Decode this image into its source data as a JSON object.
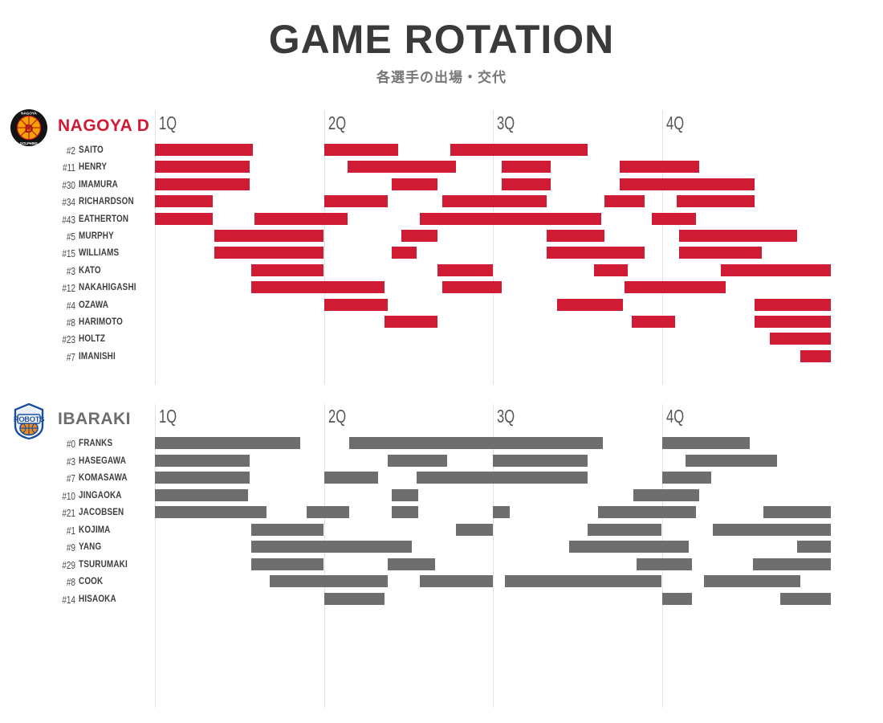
{
  "header": {
    "title": "GAME ROTATION",
    "subtitle": "各選手の出場・交代"
  },
  "colors": {
    "nagoya": "#cf1b34",
    "ibaraki": "#6e6e6e",
    "title": "#3a3a3a",
    "subtitle": "#777777",
    "gridline": "#e2e2e2"
  },
  "chart_data": {
    "type": "bar",
    "title": "GAME ROTATION",
    "subtitle": "各選手の出場・交代",
    "xlabel": "",
    "ylabel": "",
    "x_axis": {
      "unit": "minutes",
      "range": [
        0,
        40
      ],
      "tick_labels": [
        "1Q",
        "2Q",
        "3Q",
        "4Q"
      ],
      "tick_values": [
        0,
        10,
        20,
        30
      ],
      "grid": true
    },
    "legend_position": "none",
    "teams": [
      {
        "name": "NAGOYA D",
        "logo": "nagoya-diamond-dolphins-logo",
        "color": "#cf1b34",
        "quarters": [
          "1Q",
          "2Q",
          "3Q",
          "4Q"
        ],
        "players": [
          {
            "number": "#2",
            "name": "SAITO",
            "stints": [
              [
                0.0,
                5.8
              ],
              [
                10.0,
                14.4
              ],
              [
                17.5,
                25.6
              ]
            ]
          },
          {
            "number": "#11",
            "name": "HENRY",
            "stints": [
              [
                0.0,
                5.6
              ],
              [
                11.4,
                17.8
              ],
              [
                20.5,
                23.4
              ],
              [
                27.5,
                32.2
              ]
            ]
          },
          {
            "number": "#30",
            "name": "IMAMURA",
            "stints": [
              [
                0.0,
                5.6
              ],
              [
                14.0,
                16.7
              ],
              [
                20.5,
                23.4
              ],
              [
                27.5,
                35.5
              ]
            ]
          },
          {
            "number": "#34",
            "name": "RICHARDSON",
            "stints": [
              [
                0.0,
                3.4
              ],
              [
                10.0,
                13.8
              ],
              [
                17.0,
                23.2
              ],
              [
                26.6,
                29.0
              ],
              [
                30.9,
                35.5
              ]
            ]
          },
          {
            "number": "#43",
            "name": "EATHERTON",
            "stints": [
              [
                0.0,
                3.4
              ],
              [
                5.9,
                11.4
              ],
              [
                15.7,
                26.4
              ],
              [
                29.4,
                32.0
              ]
            ]
          },
          {
            "number": "#5",
            "name": "MURPHY",
            "stints": [
              [
                3.5,
                10.0
              ],
              [
                14.6,
                16.7
              ],
              [
                23.2,
                26.6
              ],
              [
                31.0,
                38.0
              ]
            ]
          },
          {
            "number": "#15",
            "name": "WILLIAMS",
            "stints": [
              [
                3.5,
                10.0
              ],
              [
                14.0,
                15.5
              ],
              [
                23.2,
                29.0
              ],
              [
                31.0,
                35.9
              ]
            ]
          },
          {
            "number": "#3",
            "name": "KATO",
            "stints": [
              [
                5.7,
                10.0
              ],
              [
                16.7,
                20.0
              ],
              [
                26.0,
                28.0
              ],
              [
                33.5,
                40.0
              ]
            ]
          },
          {
            "number": "#12",
            "name": "NAKAHIGASHI",
            "stints": [
              [
                5.7,
                13.6
              ],
              [
                17.0,
                20.5
              ],
              [
                27.8,
                33.8
              ]
            ]
          },
          {
            "number": "#4",
            "name": "OZAWA",
            "stints": [
              [
                10.0,
                13.8
              ],
              [
                23.8,
                27.7
              ],
              [
                35.5,
                40.0
              ]
            ]
          },
          {
            "number": "#8",
            "name": "HARIMOTO",
            "stints": [
              [
                13.6,
                16.7
              ],
              [
                28.2,
                30.8
              ],
              [
                35.5,
                40.0
              ]
            ]
          },
          {
            "number": "#23",
            "name": "HOLTZ",
            "stints": [
              [
                36.4,
                40.0
              ]
            ]
          },
          {
            "number": "#7",
            "name": "IMANISHI",
            "stints": [
              [
                38.2,
                40.0
              ]
            ]
          }
        ]
      },
      {
        "name": "IBARAKI",
        "logo": "ibaraki-robots-logo",
        "color": "#6e6e6e",
        "quarters": [
          "1Q",
          "2Q",
          "3Q",
          "4Q"
        ],
        "players": [
          {
            "number": "#0",
            "name": "FRANKS",
            "stints": [
              [
                0.0,
                8.6
              ],
              [
                11.5,
                26.5
              ],
              [
                30.0,
                35.2
              ]
            ]
          },
          {
            "number": "#3",
            "name": "HASEGAWA",
            "stints": [
              [
                0.0,
                5.6
              ],
              [
                13.8,
                17.3
              ],
              [
                20.0,
                25.6
              ],
              [
                31.4,
                36.8
              ]
            ]
          },
          {
            "number": "#7",
            "name": "KOMASAWA",
            "stints": [
              [
                0.0,
                5.6
              ],
              [
                10.0,
                13.2
              ],
              [
                15.5,
                25.6
              ],
              [
                30.0,
                32.9
              ]
            ]
          },
          {
            "number": "#10",
            "name": "JINGAOKA",
            "stints": [
              [
                0.0,
                5.5
              ],
              [
                14.0,
                15.6
              ],
              [
                28.3,
                32.2
              ]
            ]
          },
          {
            "number": "#21",
            "name": "JACOBSEN",
            "stints": [
              [
                0.0,
                6.6
              ],
              [
                9.0,
                11.5
              ],
              [
                14.0,
                15.6
              ],
              [
                20.0,
                21.0
              ],
              [
                26.2,
                32.0
              ],
              [
                36.0,
                40.0
              ]
            ]
          },
          {
            "number": "#1",
            "name": "KOJIMA",
            "stints": [
              [
                5.7,
                10.0
              ],
              [
                17.8,
                20.0
              ],
              [
                25.6,
                30.0
              ],
              [
                33.0,
                40.0
              ]
            ]
          },
          {
            "number": "#9",
            "name": "YANG",
            "stints": [
              [
                5.7,
                15.2
              ],
              [
                14.0,
                15.2
              ],
              [
                24.5,
                31.6
              ],
              [
                38.0,
                40.0
              ]
            ]
          },
          {
            "number": "#29",
            "name": "TSURUMAKI",
            "stints": [
              [
                5.7,
                10.0
              ],
              [
                13.8,
                16.6
              ],
              [
                28.5,
                31.8
              ],
              [
                35.4,
                40.0
              ]
            ]
          },
          {
            "number": "#8",
            "name": "COOK",
            "stints": [
              [
                6.8,
                13.8
              ],
              [
                15.7,
                20.0
              ],
              [
                20.7,
                30.0
              ],
              [
                32.5,
                38.2
              ]
            ]
          },
          {
            "number": "#14",
            "name": "HISAOKA",
            "stints": [
              [
                10.0,
                13.6
              ],
              [
                30.0,
                31.8
              ],
              [
                37.0,
                40.0
              ]
            ]
          }
        ]
      }
    ]
  }
}
